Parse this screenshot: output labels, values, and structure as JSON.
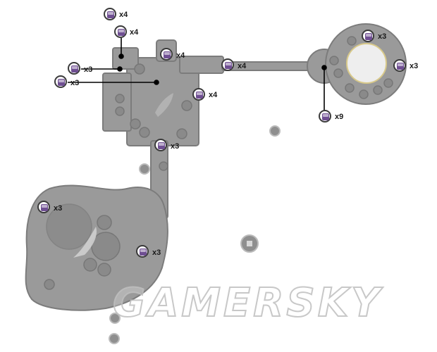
{
  "map": {
    "floor_color": "#9a9a9a",
    "floor_edge_color": "#7c7c7c",
    "marker_color": "#6f4f92",
    "marker_icon": "treasure-chest-icon",
    "markers": [
      {
        "count": "x4"
      },
      {
        "count": "x4"
      },
      {
        "count": "x3"
      },
      {
        "count": "x3"
      },
      {
        "count": "x4"
      },
      {
        "count": "x4"
      },
      {
        "count": "x4"
      },
      {
        "count": "x3"
      },
      {
        "count": "x3"
      },
      {
        "count": "x3"
      },
      {
        "count": "x9"
      },
      {
        "count": "x3"
      },
      {
        "count": "x3"
      }
    ]
  },
  "watermark": {
    "text": "GAMERSKY"
  }
}
